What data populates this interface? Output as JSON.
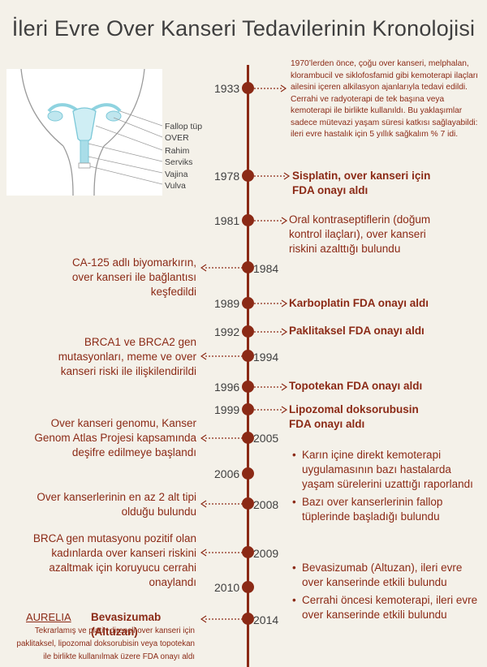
{
  "title": "İleri Evre Over Kanseri Tedavilerinin Kronolojisi",
  "colors": {
    "accent": "#8b2a16",
    "text": "#3f3f3f",
    "background": "#f4f1e9"
  },
  "diagram": {
    "labels": [
      "Fallop tüp",
      "OVER",
      "Rahim",
      "Serviks",
      "Vajina",
      "Vulva"
    ]
  },
  "events": {
    "e1933": {
      "year": "1933",
      "text": "1970’lerden önce, çoğu over kanseri, melphalan, klorambucil ve siklofosfamid gibi kemoterapi ilaçları ailesini içeren alkilasyon ajanlarıyla tedavi edildi. Cerrahi ve radyoterapi de tek başına veya kemoterapi ile birlikte kullanıldı. Bu yaklaşımlar sadece mütevazi yaşam süresi katkısı sağlayabildi: ileri evre hastalık için 5 yıllık sağkalım % 7 idi."
    },
    "e1978": {
      "year": "1978",
      "text": "Sisplatin, over kanseri için FDA onayı aldı"
    },
    "e1981": {
      "year": "1981",
      "text": "Oral kontraseptiflerin (doğum kontrol ilaçları), over kanseri riskini azalttığı bulundu"
    },
    "e1984": {
      "year": "1984",
      "text": "CA-125 adlı biyomarkırın, over kanseri ile bağlantısı keşfedildi"
    },
    "e1989": {
      "year": "1989",
      "text": "Karboplatin FDA onayı aldı"
    },
    "e1992": {
      "year": "1992",
      "text": "Paklitaksel FDA onayı aldı"
    },
    "e1994": {
      "year": "1994",
      "text": "BRCA1 ve BRCA2 gen mutasyonları, meme ve over kanseri riski ile ilişkilendirildi"
    },
    "e1996": {
      "year": "1996",
      "text": "Topotekan FDA onayı aldı"
    },
    "e1999": {
      "year": "1999",
      "text": "Lipozomal doksorubusin FDA onayı aldı"
    },
    "e2005": {
      "year": "2005",
      "text": "Over kanseri genomu, Kanser Genom Atlas Projesi kapsamında deşifre edilmeye başlandı"
    },
    "e2006": {
      "year": "2006",
      "bullets": [
        "Karın içine direkt kemoterapi uygulamasının bazı hastalarda yaşam sürelerini uzattığı raporlandı",
        "Bazı over kanserlerinin fallop tüplerinde başladığı bulundu"
      ]
    },
    "e2008": {
      "year": "2008",
      "text": "Over kanserlerinin en az 2 alt tipi olduğu bulundu"
    },
    "e2009": {
      "year": "2009",
      "text": "BRCA gen mutasyonu pozitif olan kadınlarda over kanseri riskini azaltmak için koruyucu cerrahi onaylandı"
    },
    "e2010": {
      "year": "2010",
      "bullets": [
        "Bevasizumab (Altuzan), ileri evre over kanserinde etkili bulundu",
        "Cerrahi öncesi kemoterapi, ileri evre over kanserinde etkili bulundu"
      ]
    },
    "e2014": {
      "year": "2014",
      "label": "AURELIA",
      "text": "Bevasizumab (Altuzan)",
      "subtext": "Tekrarlamış ve platin dirençli over kanseri için paklitaksel, lipozomal doksorubisin veya topotekan ile birlikte kullanılmak üzere FDA onayı aldı"
    }
  }
}
